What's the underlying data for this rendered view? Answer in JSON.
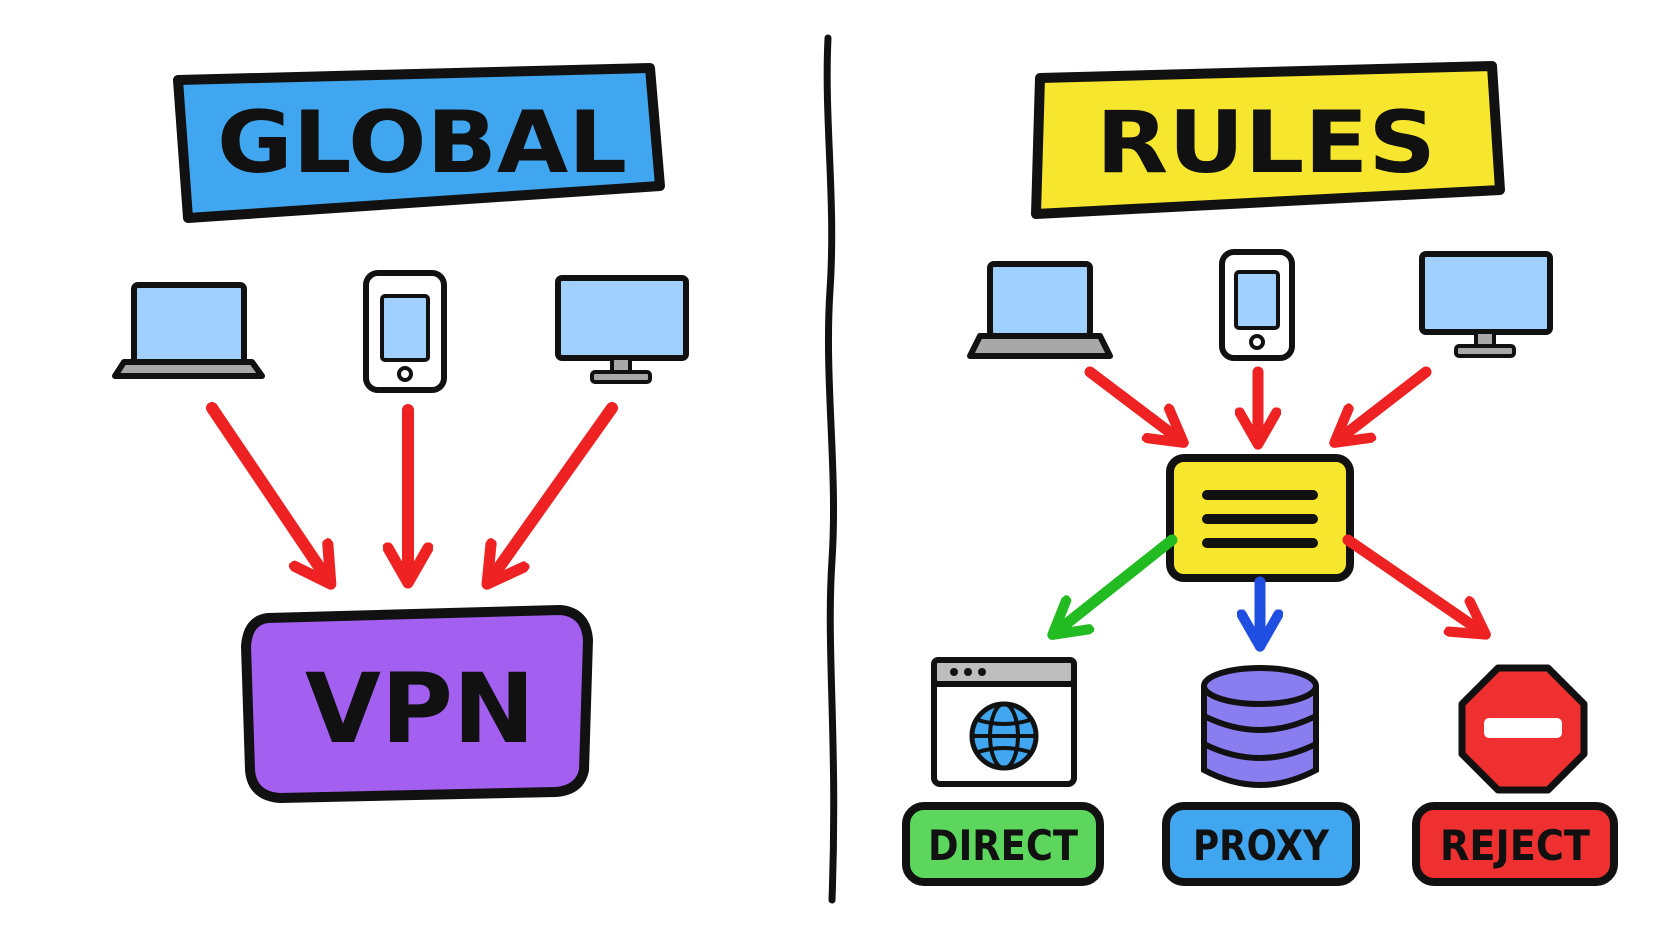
{
  "global": {
    "title": "GLOBAL",
    "title_color": "#3fa6ef",
    "devices": [
      {
        "icon": "laptop-icon"
      },
      {
        "icon": "phone-icon"
      },
      {
        "icon": "monitor-icon"
      }
    ],
    "target": {
      "label": "VPN",
      "color": "#a35ff0"
    },
    "arrow_color": "#ee2222"
  },
  "rules": {
    "title": "RULES",
    "title_color": "#f7e62e",
    "devices": [
      {
        "icon": "laptop-icon"
      },
      {
        "icon": "phone-icon"
      },
      {
        "icon": "monitor-icon"
      }
    ],
    "hub": {
      "icon": "rules-list-icon",
      "color": "#f7e62e"
    },
    "outcomes": [
      {
        "label": "DIRECT",
        "icon": "browser-globe-icon",
        "color": "#5cd65c",
        "arrow_color": "#22bb22"
      },
      {
        "label": "PROXY",
        "icon": "database-icon",
        "color": "#3fa6ef",
        "arrow_color": "#1f4fe0"
      },
      {
        "label": "REJECT",
        "icon": "stop-sign-icon",
        "color": "#ef3030",
        "arrow_color": "#ee2222"
      }
    ]
  }
}
